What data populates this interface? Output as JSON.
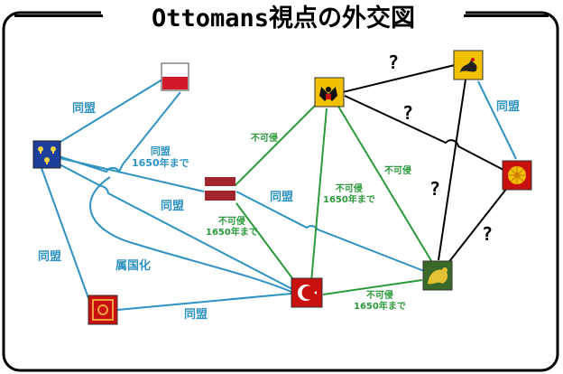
{
  "title": "Ottomans視点の外交図",
  "colors": {
    "alliance": "#2e93c2",
    "non_aggression": "#2b9a3a",
    "unknown": "#000000",
    "ottoman_red": "#c8100f",
    "venice_green": "#3a6a2a",
    "austria_yellow": "#f2c200",
    "france_blue": "#1d3f9b",
    "poland_red": "#d3182a"
  },
  "labels": {
    "alliance": "同盟",
    "non_aggression": "不可侵",
    "until_1650": "1650年まで",
    "vassalize": "属国化",
    "question": "?"
  },
  "icons": {
    "poland": "poland-flag-icon",
    "france": "france-fleur-de-lis-icon",
    "latvia": "latvia-flag-icon",
    "austria": "austria-eagle-icon",
    "ottoman": "ottoman-crescent-icon",
    "venice": "venice-lion-icon",
    "qing": "dragon-flag-icon",
    "japan": "chrysanthemum-icon",
    "vassal": "red-emblem-icon"
  }
}
